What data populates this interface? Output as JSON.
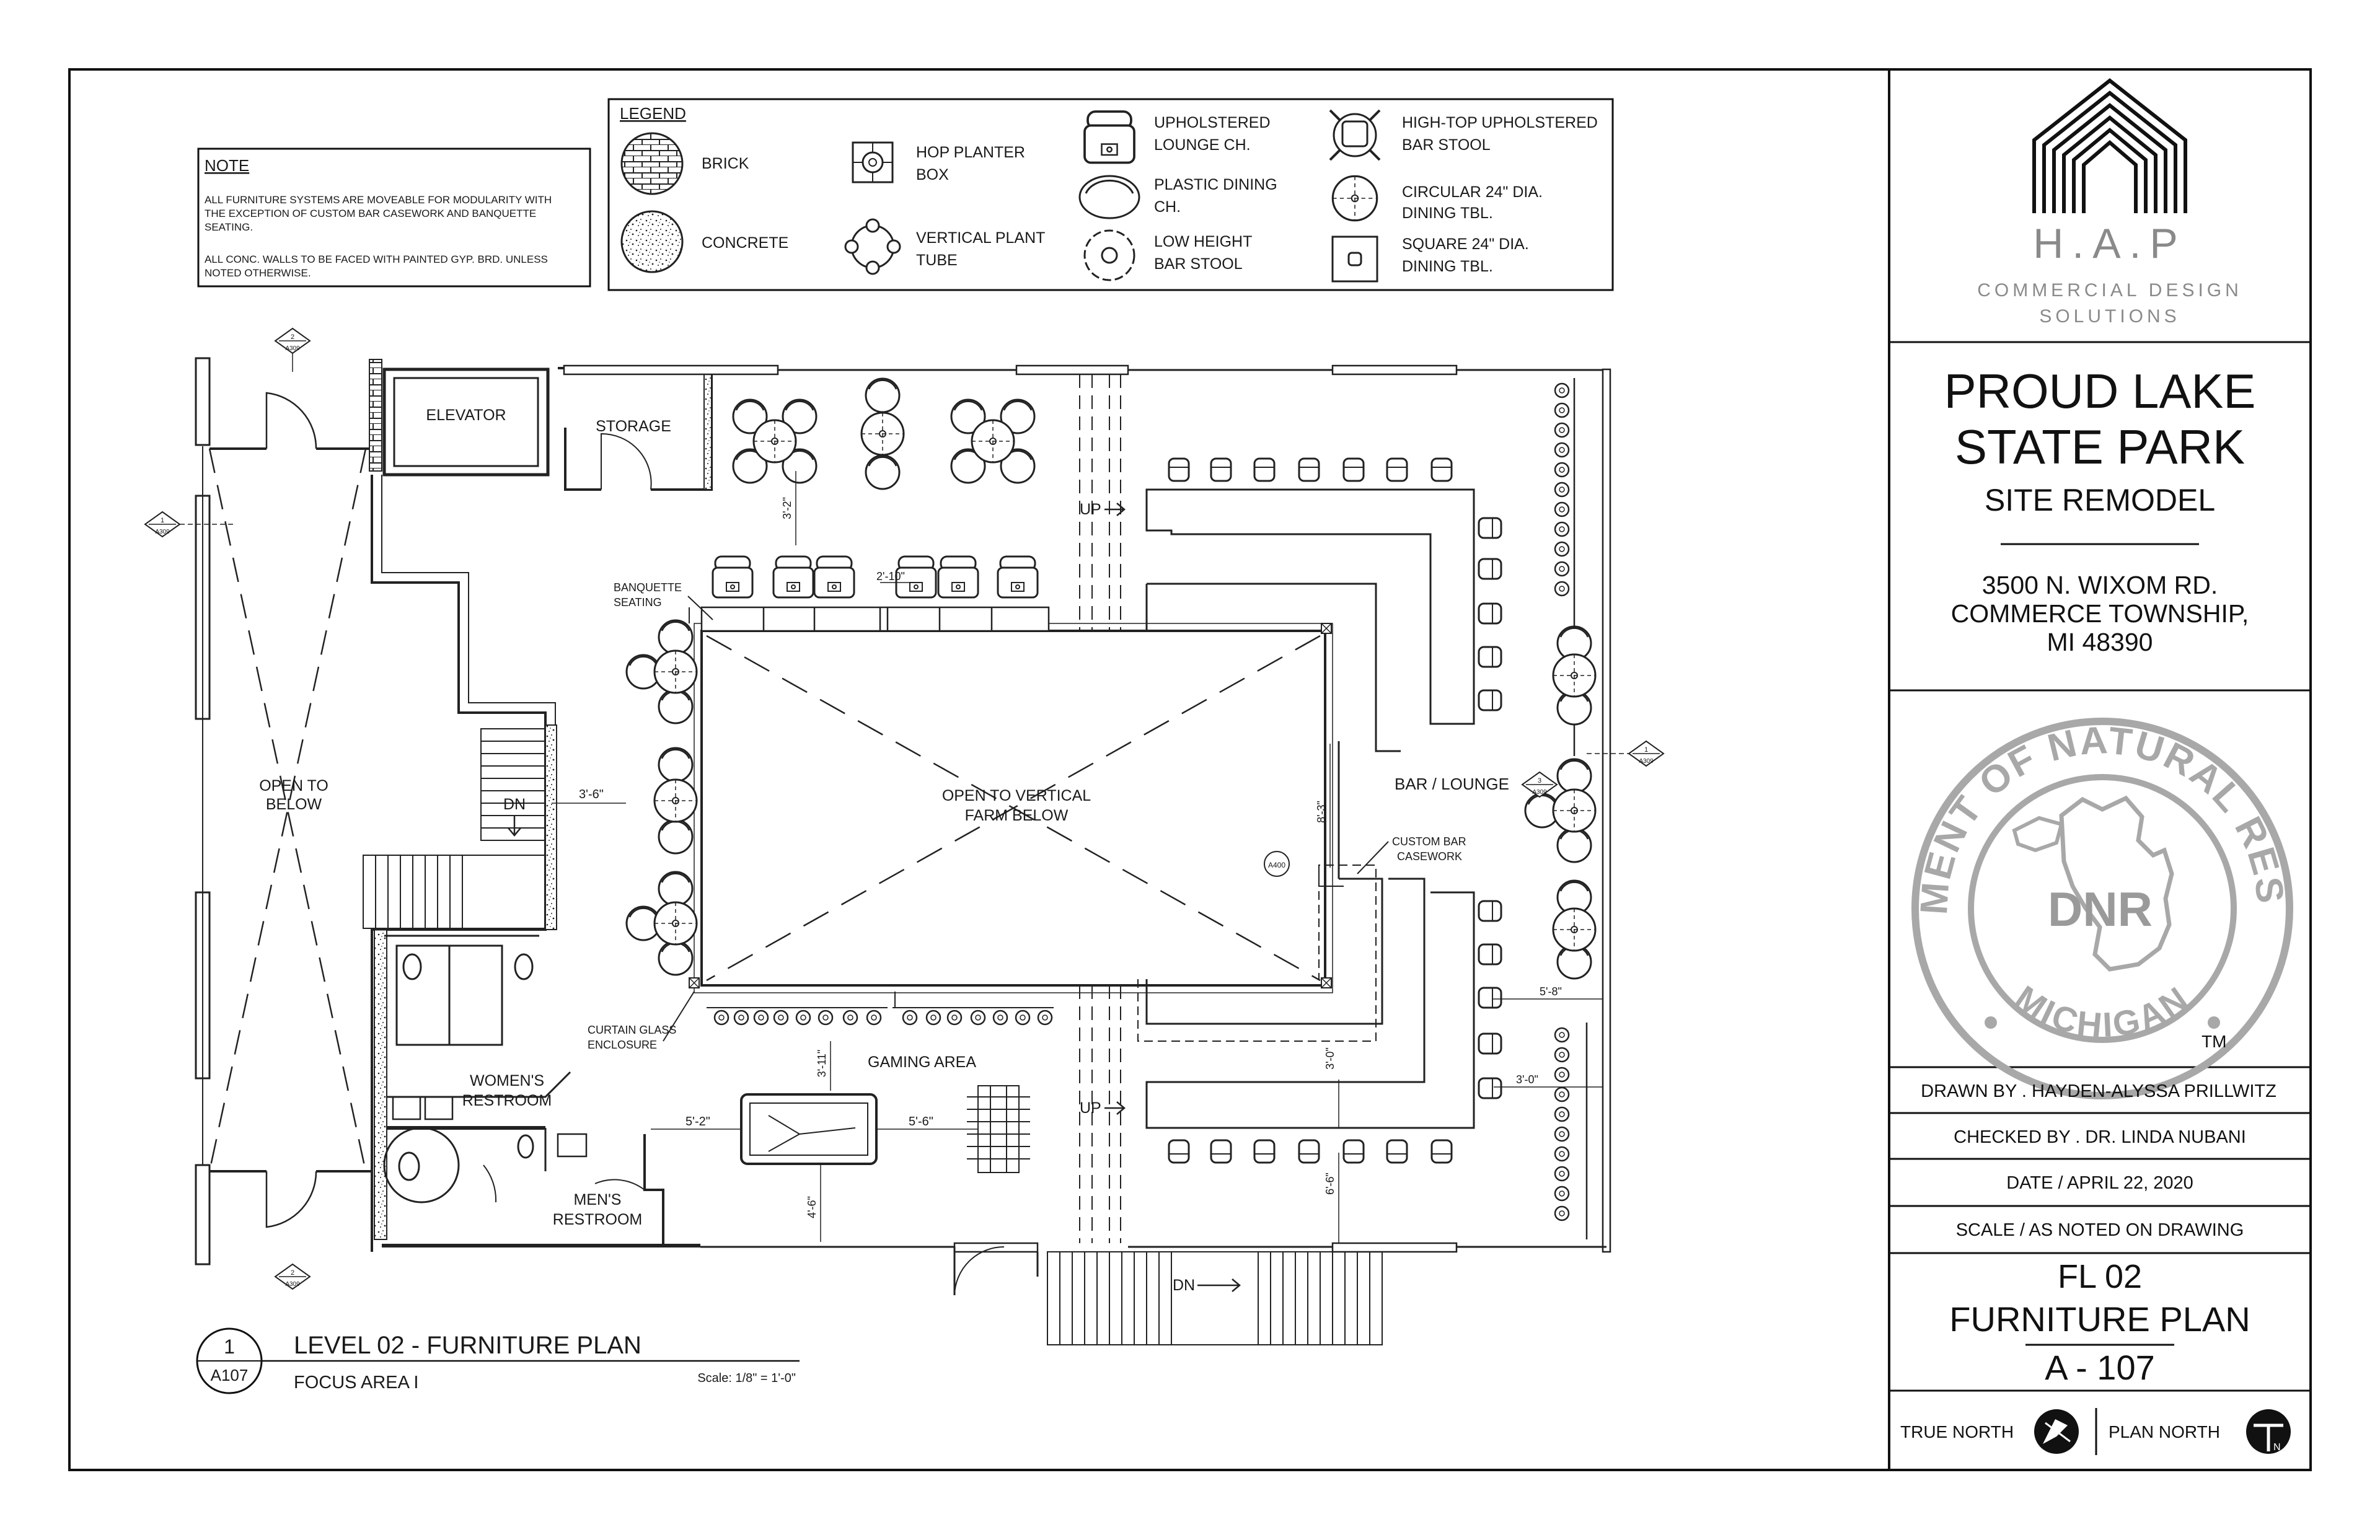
{
  "note": {
    "title": "NOTE",
    "line1": "ALL FURNITURE SYSTEMS ARE MOVEABLE FOR MODULARITY WITH",
    "line2": "THE EXCEPTION OF CUSTOM BAR CASEWORK AND BANQUETTE",
    "line3": "SEATING.",
    "line4": "ALL CONC. WALLS TO BE FACED WITH PAINTED GYP. BRD. UNLESS",
    "line5": "NOTED OTHERWISE."
  },
  "legend": {
    "title": "LEGEND",
    "brick": "BRICK",
    "concrete": "CONCRETE",
    "hop_planter_1": "HOP PLANTER",
    "hop_planter_2": "BOX",
    "vertical_plant_1": "VERTICAL PLANT",
    "vertical_plant_2": "TUBE",
    "upholstered_lounge_1": "UPHOLSTERED",
    "upholstered_lounge_2": "LOUNGE CH.",
    "plastic_dining_1": "PLASTIC DINING",
    "plastic_dining_2": "CH.",
    "low_bar_stool_1": "LOW HEIGHT",
    "low_bar_stool_2": "BAR STOOL",
    "hightop_stool_1": "HIGH-TOP UPHOLSTERED",
    "hightop_stool_2": "BAR STOOL",
    "circular_table_1": "CIRCULAR 24\" DIA.",
    "circular_table_2": "DINING TBL.",
    "square_table_1": "SQUARE 24\" DIA.",
    "square_table_2": "DINING TBL."
  },
  "plan": {
    "elevator": "ELEVATOR",
    "storage": "STORAGE",
    "open_to_below_1": "OPEN TO",
    "open_to_below_2": "BELOW",
    "open_vertical_1": "OPEN TO VERTICAL",
    "open_vertical_2": "FARM BELOW",
    "banquette_1": "BANQUETTE",
    "banquette_2": "SEATING",
    "curtain_1": "CURTAIN GLASS",
    "curtain_2": "ENCLOSURE",
    "custom_bar_1": "CUSTOM BAR",
    "custom_bar_2": "CASEWORK",
    "bar_lounge": "BAR / LOUNGE",
    "gaming_area": "GAMING AREA",
    "womens_1": "WOMEN'S",
    "womens_2": "RESTROOM",
    "mens_1": "MEN'S",
    "mens_2": "RESTROOM",
    "dn_stair": "DN",
    "dn_bottom": "DN",
    "up_top": "UP",
    "up_bottom": "UP",
    "a400": "A400",
    "dims": {
      "d3_2": "3'-2\"",
      "d2_10": "2'-10\"",
      "d3_6": "3'-6\"",
      "d8_3": "8'-3\"",
      "d3_11": "3'-11\"",
      "d5_2": "5'-2\"",
      "d5_6": "5'-6\"",
      "d4_6": "4'-6\"",
      "d3_0a": "3'-0\"",
      "d3_0b": "3'-0\"",
      "d5_8": "5'-8\"",
      "d6_6": "6'-6\""
    },
    "sections": {
      "top_num": "2",
      "top_sheet": "A309",
      "left_num": "1",
      "left_sheet": "A309",
      "right_num": "1",
      "right_sheet": "A309",
      "bottom_num": "2",
      "bottom_sheet": "A309",
      "mid_num": "3",
      "mid_sheet": "A309"
    }
  },
  "drawing_title": {
    "number": "1",
    "sheet": "A107",
    "title": "LEVEL 02 - FURNITURE PLAN",
    "subtitle": "FOCUS AREA I",
    "scale": "Scale: 1/8\" = 1'-0\""
  },
  "title_block": {
    "logo_text": "H.A.P",
    "logo_sub1": "COMMERCIAL DESIGN",
    "logo_sub2": "SOLUTIONS",
    "project_1": "PROUD LAKE",
    "project_2": "STATE PARK",
    "project_3": "SITE REMODEL",
    "addr_1": "3500 N. WIXOM RD.",
    "addr_2": "COMMERCE TOWNSHIP,",
    "addr_3": "MI 48390",
    "seal_top": "DEPARTMENT OF NATURAL RESOURCES",
    "seal_bottom": "MICHIGAN",
    "seal_center": "DNR",
    "tm": "TM",
    "drawn_by": "DRAWN BY .  HAYDEN-ALYSSA PRILLWITZ",
    "checked_by": "CHECKED BY .  DR. LINDA NUBANI",
    "date": "DATE / APRIL 22, 2020",
    "scale": "SCALE / AS NOTED ON DRAWING",
    "sheet_1": "FL 02",
    "sheet_2": "FURNITURE PLAN",
    "sheet_3": "A - 107",
    "true_north": "TRUE NORTH",
    "plan_north": "PLAN NORTH",
    "north_letter": "N"
  },
  "colors": {
    "ink": "#1a1a1a",
    "seal_grey": "#9a9a9a",
    "logo_grey": "#888888"
  }
}
